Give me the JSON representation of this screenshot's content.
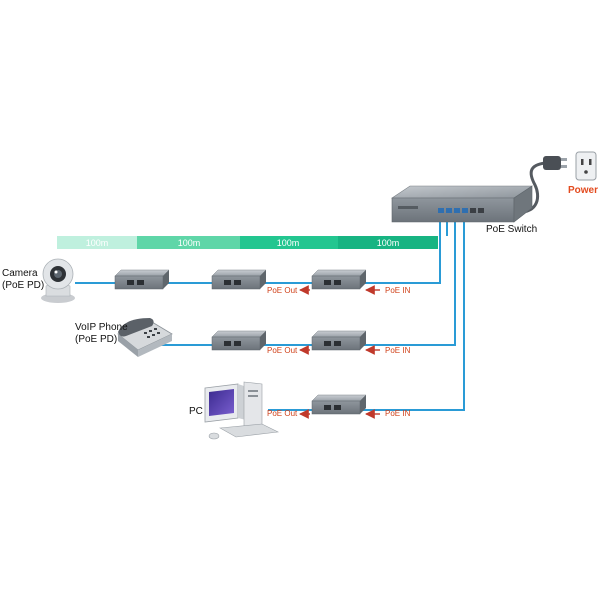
{
  "distance_segments": [
    "100m",
    "100m",
    "100m",
    "100m"
  ],
  "labels": {
    "camera_line1": "Camera",
    "camera_line2": "(PoE PD)",
    "voip_line1": "VoIP Phone",
    "voip_line2": "(PoE PD)",
    "pc": "PC",
    "switch": "PoE Switch",
    "power": "Power"
  },
  "tags": {
    "poe_out": "PoE Out",
    "poe_in": "PoE IN"
  },
  "colors": {
    "cable": "#2a9bd6",
    "tag_text": "#d0421b",
    "arrow": "#c0392b",
    "power_label": "#e34b1f",
    "seg1": "#bff0de",
    "seg2": "#5fd6a8",
    "seg3": "#23c690",
    "seg4": "#17b482"
  },
  "icons": {
    "switch": "poe-switch-icon",
    "extender": "poe-extender-icon",
    "camera": "ip-camera-icon",
    "phone": "voip-phone-icon",
    "pc": "desktop-pc-icon",
    "plug": "power-plug-icon",
    "outlet": "wall-outlet-icon"
  }
}
